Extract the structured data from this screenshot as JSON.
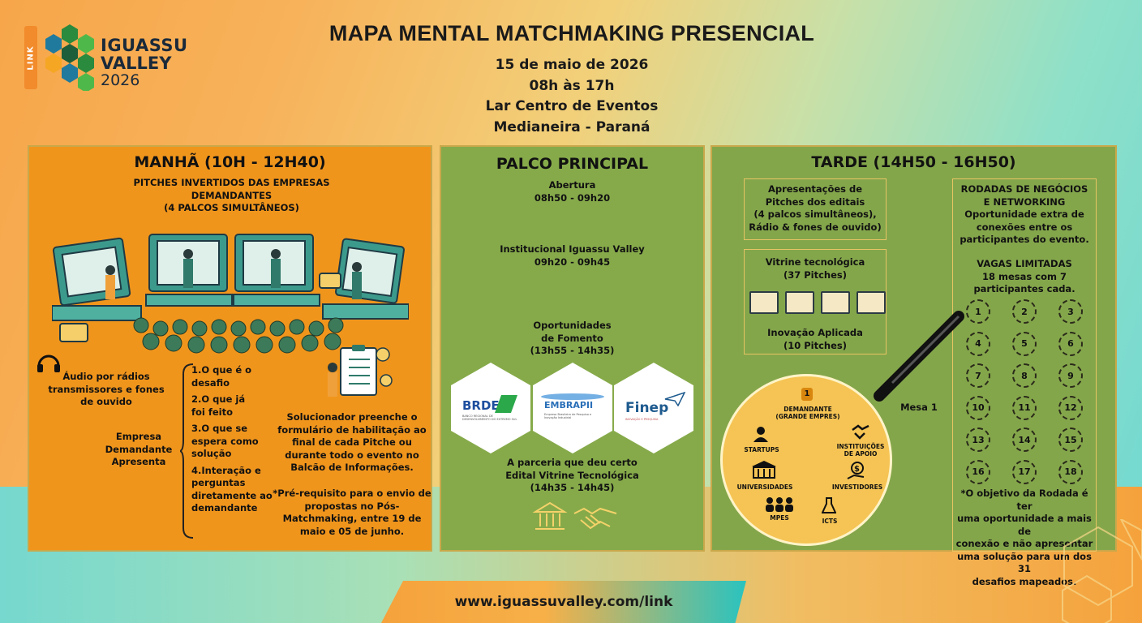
{
  "logo": {
    "tab": "LINK",
    "line1": "IGUASSU",
    "line2": "VALLEY",
    "line3": "2026"
  },
  "header": {
    "title": "MAPA MENTAL MATCHMAKING PRESENCIAL",
    "date": "15 de maio de 2026",
    "time": "08h às 17h",
    "venue": "Lar Centro de Eventos",
    "city": "Medianeira - Paraná"
  },
  "manha": {
    "title": "MANHÃ (10H - 12H40)",
    "subtitle1": "PITCHES INVERTIDOS DAS EMPRESAS",
    "subtitle2": "DEMANDANTES",
    "subtitle3": "(4 PALCOS SIMULTÂNEOS)",
    "audio1": "Áudio por rádios",
    "audio2": "transmissores e fones",
    "audio3": "de ouvido",
    "empresa1": "Empresa",
    "empresa2": "Demandante",
    "empresa3": "Apresenta",
    "steps": [
      [
        "1.O que é o",
        "desafio"
      ],
      [
        "2.O que já",
        "foi feito"
      ],
      [
        "3.O que se",
        "espera como",
        "solução"
      ],
      [
        "4.Interação e",
        "perguntas",
        "diretamente ao",
        "demandante"
      ]
    ],
    "solver": [
      "Solucionador preenche o",
      "formulário de habilitação ao",
      "final de cada Pitche ou",
      "durante todo o evento no",
      "Balcão de Informações."
    ],
    "prereq": [
      "*Pré-requisito para o envio de",
      "propostas no Pós-",
      "Matchmaking, entre 19 de",
      "maio e 05 de junho."
    ]
  },
  "palco": {
    "title": "PALCO PRINCIPAL",
    "abertura": "Abertura",
    "abertura_time": "08h50 - 09h20",
    "inst": "Institucional Iguassu Valley",
    "inst_time": "09h20 - 09h45",
    "oport1": "Oportunidades",
    "oport2": "de Fomento",
    "oport_time": "(13h55 - 14h35)",
    "brde": "BRDE",
    "brde_sub": "BANCO REGIONAL DE DESENVOLVIMENTO DO EXTREMO SUL",
    "embrapii": "EMBRAPII",
    "embrapii_sub": "Empresa Brasileira de Pesquisa e Inovação Industrial",
    "finep": "Finep",
    "finep_sub": "INOVAÇÃO E PESQUISA",
    "parceria1": "A parceria que deu certo",
    "parceria2": "Edital Vitrine Tecnológica",
    "parceria_time": "(14h35 - 14h45)"
  },
  "tarde": {
    "title": "TARDE (14H50 - 16H50)",
    "apres": [
      "Apresentações de",
      "Pitches dos editais",
      "(4 palcos simultâneos),",
      "Rádio & fones de ouvido)"
    ],
    "vitrine1": "Vitrine tecnológica",
    "vitrine2": "(37 Pitches)",
    "inov1": "Inovação Aplicada",
    "inov2": "(10 Pitches)",
    "mesa_num": "1",
    "demandante1": "DEMANDANTE",
    "demandante2": "(GRANDE EMPRES)",
    "startups": "STARTUPS",
    "instituicoes1": "INSTITUIÇÕES",
    "instituicoes2": "DE APOIO",
    "universidades": "UNIVERSIDADES",
    "investidores": "INVESTIDORES",
    "mpes": "MPES",
    "icts": "ICTS",
    "mesa_label": "Mesa 1",
    "rodadas_title1": "RODADAS DE NEGÓCIOS",
    "rodadas_title2": "E NETWORKING",
    "rodadas_desc": [
      "Oportunidade extra de",
      "conexões entre os",
      "participantes do evento."
    ],
    "vagas": "VAGAS LIMITADAS",
    "vagas_desc1": "18 mesas com 7",
    "vagas_desc2": "participantes cada.",
    "tables": [
      "1",
      "2",
      "3",
      "4",
      "5",
      "6",
      "7",
      "8",
      "9",
      "10",
      "11",
      "12",
      "13",
      "14",
      "15",
      "16",
      "17",
      "18"
    ],
    "obj": [
      "*O objetivo da Rodada é ter",
      "uma oportunidade a mais de",
      "conexão e não apresentar",
      "uma solução para um dos 31",
      "desafios mapeados."
    ]
  },
  "footer": {
    "url": "www.iguassuvalley.com/link"
  }
}
